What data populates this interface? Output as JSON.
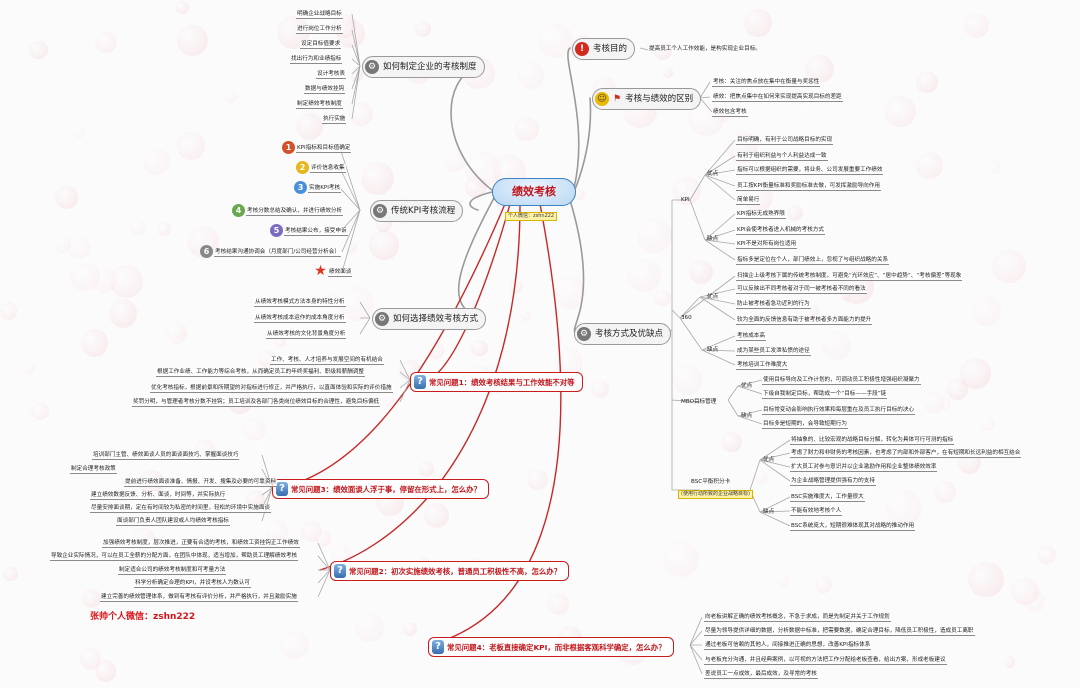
{
  "center": {
    "title": "绩效考核",
    "note": "个人微信：zshn222"
  },
  "contact": "张帅个人微信：zshn222",
  "branches": {
    "b1": "如何制定企业的考核制度",
    "b2": "传统KPI考核流程",
    "b3": "如何选择绩效考核方式",
    "r1": "考核目的",
    "r2": "考核与绩效的区别",
    "r3": "考核方式及优缺点"
  },
  "b1_items": [
    "明确企业战略目标",
    "进行岗位工作分析",
    "设定目标值要求",
    "找出行为和业绩指标",
    "设计考核表",
    "数据与绩效挂钩",
    "制定绩效考核制度",
    "执行实施"
  ],
  "b2_items": [
    "KPI指标和目标值确定",
    "评价信息收集",
    "实施KPI考核",
    "考核分数总结及确认，并进行绩效分析",
    "考核结果公布，接受申诉",
    "考核结果沟通协调会（月度部门/公司经营分析会）",
    "绩效面谈"
  ],
  "b3_items": [
    "从绩效考核模式方法本身的特性分析",
    "从绩效考核成本运作的成本角度分析",
    "从绩效考核的文化背景角度分析"
  ],
  "r1_items": [
    "提高员工个人工作效能，是构实现企业目标。"
  ],
  "r2_items": [
    "考核：关注的焦点放在集中在衡量与奖惩性",
    "绩效：把焦点集中在如何来实现提高实现目标的差距",
    "绩效包含考核"
  ],
  "r3": {
    "kpi": "KPI",
    "pros": "优点",
    "cons": "缺点",
    "kpi_pros": [
      "目标明确，有利于公司战略目标的实现",
      "有利于组织利益与个人利益达成一致",
      "指标可以根据组织的需要，将业务、公司发展重要工作绩效",
      "员工按KPI衡量标准和奖励标准去做，可发挥激励导向作用",
      "简单易行"
    ],
    "kpi_cons": [
      "KPI指标无成熟界限",
      "KPI会使考核者进入机械的考核方式",
      "KPI不是对所有岗位适用",
      "指标多是定位在个人，部门绩效上，忽视了与组织战略的关系"
    ],
    "d360": "360",
    "d360_intro": "扫描企上级考核下属的传统考核制度，可避免“光环效应”、“居中趋势”、“考核偏差”等现象",
    "d360_pros": [
      "可以反映出不同考核者对于同一被考核者不同的看法",
      "防止被考核者急功近利的行为",
      "较为全面的反馈信息有助于被考核者多方面能力的提升"
    ],
    "d360_cons": [
      "考核成本高",
      "成为某些员工发泄私愤的途径",
      "考核培训工作难度大"
    ],
    "mbo": "MBO目标管理",
    "mbo_pros": [
      "使用目标导向及工作计划的，可调动员工积极性增强组织凝聚力",
      "下级自我制定目标，帮助成一个“目标——手段”链"
    ],
    "mbo_cons": [
      "目标常变动会影响执行效果和每层重在及员工执行目标的决心",
      "目标多是短期的，会导致短期行为"
    ],
    "bsc": "BSC平衡积分卡",
    "bsc_note": "(使用行动所致的企业战略目标)",
    "bsc_pros": [
      "将抽象的、比较宏观的战略目标分解，转化为具体可行可测的指标",
      "考虑了财力和非财务的考核因素，也考虑了内部和外部客户，在有短期和长远利益的相互结合",
      "扩大员工对参与意识并以企业激励作用和企业整体绩效效率",
      "为企业战略管理提供强有力的支持"
    ],
    "bsc_cons": [
      "BSC实施难度大，工作量很大",
      "不能有效地考核个人",
      "BSC系统庞大，短期很难体现其对战略的推动作用"
    ]
  },
  "q1": {
    "title": "常见问题1：绩效考核结果与工作效能不对等",
    "items": [
      "工作、考核、人才培养与发展空间的有机结合",
      "根据工作业绩、工作能力等综合考核，从而确定员工的年终奖福利、职级和薪酬调整",
      "优化考核指标，根据前景和所期望的对指标进行修正，并严格执行，以直面体验和实际的评价措施",
      "奖罚分明，与管理者考核分数不挂钩；员工培训及各部门各类岗位绩效目标的合理性，避免目标偏低"
    ]
  },
  "q3": {
    "title": "常见问题3：绩效面谈人浮于事，停留在形式上，怎么办？",
    "items": [
      "培训部门主管、绩效面谈人员的面谈面技巧、掌握面谈技巧",
      "制定合理考核政策",
      "提前进行绩效面谈准备、情报、开发、搜集及必要的可靠资料",
      "建立绩效数据反馈、分析、面谈，时间等，并实际执行",
      "尽量安排面谈期，定在有时间较为私密的时间里，轻松的环境中实施面谈",
      "面谈部门负责人团队建设或人均绩效考核指标"
    ]
  },
  "q2": {
    "title": "常见问题2：初次实施绩效考核，普通员工积极性不高，怎么办？",
    "items": [
      "加强绩效考核制度，层次推进，正要有合适的考核，和绩效工资挂钩正工作绩效",
      "导致企业实际情况，可以在员工全薪的分配方面，在团队中体现，适当增加，帮助员工理解绩效考核",
      "制定适合公司的绩效考核制度和可考量方法",
      "科学分析确定合理的KPI，并设考核人为数认可",
      "建立完善的绩效管理体系，做到有考核有评价分析，并严格执行，并且激励实施"
    ]
  },
  "q4": {
    "title": "常见问题4：老板直接确定KPI，而非根据客观科学确定，怎么办？",
    "items": [
      "向老板讲解正确的绩效考核概念，不急于求成，而是先制定并关于工作规划",
      "尽量为领导提供详细的数据，分析数据中标准，把需要数据，确定合理目标，降低员工积极性，造成员工离职",
      "通过老板可信赖的其他人，间接推进正确的思想，改善KPI指标体系",
      "与老板充分沟通，并且经典案例，以可视的方法把工作分配给老板查看，给出方案，形成老板建议",
      "差说员工一点成效，最后成效，及寻常的考核"
    ]
  }
}
